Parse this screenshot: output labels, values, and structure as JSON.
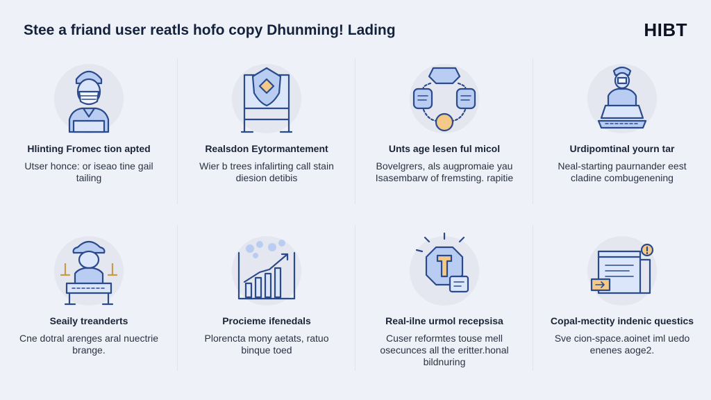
{
  "header": {
    "title": "Stee a friand user reatls hofo copy Dhunming! Lading",
    "brand": "HIBT"
  },
  "features": [
    {
      "icon": "masked-person-icon",
      "title": "Hlinting Fromec tion apted",
      "desc": "Utser honce: or iseao tine gail tailing"
    },
    {
      "icon": "shield-billboard-icon",
      "title": "Realsdon Eytormantement",
      "desc": "Wier b trees infalirting call stain diesion detibis"
    },
    {
      "icon": "cycle-arrows-icon",
      "title": "Unts age lesen ful micol",
      "desc": "Bovelgrers, als augpromaie yau Isasembarw of fremsting. rapitie"
    },
    {
      "icon": "person-at-laptop-icon",
      "title": "Urdipomtinal yourn tar",
      "desc": "Neal-starting paurnander eest cladine combugenening"
    },
    {
      "icon": "justice-scales-icon",
      "title": "Seaily treanderts",
      "desc": "Cne dotral arenges aral nuectrie brange."
    },
    {
      "icon": "growth-chart-icon",
      "title": "Prociеme ifenedals",
      "desc": "Plorencta mony aetats, ratuo binque toed"
    },
    {
      "icon": "security-badge-icon",
      "title": "Real-ilne urmol recepsisa",
      "desc": "Cuser reformtes touse mell osecunces all the eritter.honal bildnuring"
    },
    {
      "icon": "document-alert-icon",
      "title": "Copal-mectity indenic questics",
      "desc": "Sve cion-space.aoinet iml uedo enenes aoge2."
    }
  ]
}
